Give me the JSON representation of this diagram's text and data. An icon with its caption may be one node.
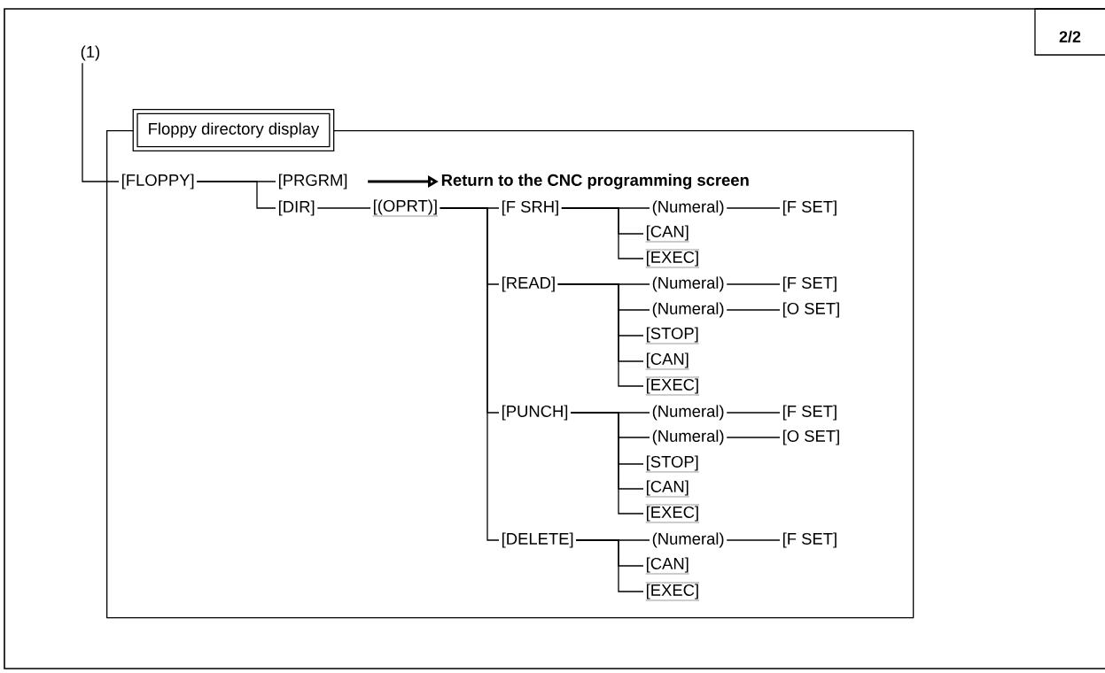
{
  "diagram": {
    "nodes": [
      {
        "text": [
          "Floppy directory display"
        ]
      },
      {
        "text": [
          "(1)"
        ]
      },
      {
        "text": [
          "[FLOPPY]"
        ],
        "in": 0
      },
      {
        "text": [
          "[PRGRM]"
        ],
        "in": 0
      },
      {
        "text": [
          "Return to the CNC programming screen"
        ],
        "in": 0
      },
      {
        "text": [
          "[DIR]"
        ],
        "in": 0
      },
      {
        "text": [
          "[(OPRT)]"
        ],
        "in": 0
      },
      {
        "text": [
          "[F SRH]"
        ],
        "in": 0
      },
      {
        "text": [
          "(Numeral)"
        ],
        "in": 0
      },
      {
        "text": [
          "[F SET]"
        ],
        "in": 0
      },
      {
        "text": [
          "[CAN]"
        ],
        "in": 0
      },
      {
        "text": [
          "[EXEC]"
        ],
        "in": 0
      },
      {
        "text": [
          "[READ]"
        ],
        "in": 0
      },
      {
        "text": [
          "(Numeral)"
        ],
        "in": 0
      },
      {
        "text": [
          "[F SET]"
        ],
        "in": 0
      },
      {
        "text": [
          "(Numeral)"
        ],
        "in": 0
      },
      {
        "text": [
          "[O SET]"
        ],
        "in": 0
      },
      {
        "text": [
          "[STOP]"
        ],
        "in": 0
      },
      {
        "text": [
          "[CAN]"
        ],
        "in": 0
      },
      {
        "text": [
          "[EXEC]"
        ],
        "in": 0
      },
      {
        "text": [
          "[PUNCH]"
        ],
        "in": 0
      },
      {
        "text": [
          "(Numeral)"
        ],
        "in": 0
      },
      {
        "text": [
          "[F SET]"
        ],
        "in": 0
      },
      {
        "text": [
          "(Numeral)"
        ],
        "in": 0
      },
      {
        "text": [
          "[O SET]"
        ],
        "in": 0
      },
      {
        "text": [
          "[STOP]"
        ],
        "in": 0
      },
      {
        "text": [
          "[CAN]"
        ],
        "in": 0
      },
      {
        "text": [
          "[EXEC]"
        ],
        "in": 0
      },
      {
        "text": [
          "[DELETE]"
        ],
        "in": 0
      },
      {
        "text": [
          "(Numeral)"
        ],
        "in": 0
      },
      {
        "text": [
          "[F SET]"
        ],
        "in": 0
      },
      {
        "text": [
          "[CAN]"
        ],
        "in": 0
      },
      {
        "text": [
          "[EXEC]"
        ],
        "in": 0
      }
    ],
    "edges": [
      {
        "from": 1,
        "to": 2,
        "arrow": "none"
      },
      {
        "from": 2,
        "to": 3,
        "arrow": "none"
      },
      {
        "from": 2,
        "to": 5,
        "arrow": "none"
      },
      {
        "from": 3,
        "to": 4,
        "arrow": "to",
        "style": "thick"
      },
      {
        "from": 5,
        "to": 6,
        "arrow": "none"
      },
      {
        "from": 6,
        "to": 7,
        "arrow": "none"
      },
      {
        "from": 6,
        "to": 12,
        "arrow": "none"
      },
      {
        "from": 6,
        "to": 20,
        "arrow": "none"
      },
      {
        "from": 6,
        "to": 28,
        "arrow": "none"
      },
      {
        "from": 7,
        "to": 8,
        "arrow": "none"
      },
      {
        "from": 7,
        "to": 10,
        "arrow": "none"
      },
      {
        "from": 7,
        "to": 11,
        "arrow": "none"
      },
      {
        "from": 8,
        "to": 9,
        "arrow": "none"
      },
      {
        "from": 12,
        "to": 13,
        "arrow": "none"
      },
      {
        "from": 12,
        "to": 15,
        "arrow": "none"
      },
      {
        "from": 12,
        "to": 17,
        "arrow": "none"
      },
      {
        "from": 12,
        "to": 18,
        "arrow": "none"
      },
      {
        "from": 12,
        "to": 19,
        "arrow": "none"
      },
      {
        "from": 13,
        "to": 14,
        "arrow": "none"
      },
      {
        "from": 15,
        "to": 16,
        "arrow": "none"
      },
      {
        "from": 20,
        "to": 21,
        "arrow": "none"
      },
      {
        "from": 20,
        "to": 23,
        "arrow": "none"
      },
      {
        "from": 20,
        "to": 25,
        "arrow": "none"
      },
      {
        "from": 20,
        "to": 26,
        "arrow": "none"
      },
      {
        "from": 20,
        "to": 27,
        "arrow": "none"
      },
      {
        "from": 21,
        "to": 22,
        "arrow": "none"
      },
      {
        "from": 23,
        "to": 24,
        "arrow": "none"
      },
      {
        "from": 28,
        "to": 29,
        "arrow": "none"
      },
      {
        "from": 28,
        "to": 31,
        "arrow": "none"
      },
      {
        "from": 28,
        "to": 32,
        "arrow": "none"
      },
      {
        "from": 29,
        "to": 30,
        "arrow": "none"
      }
    ],
    "labels": [
      "2/2"
    ]
  }
}
